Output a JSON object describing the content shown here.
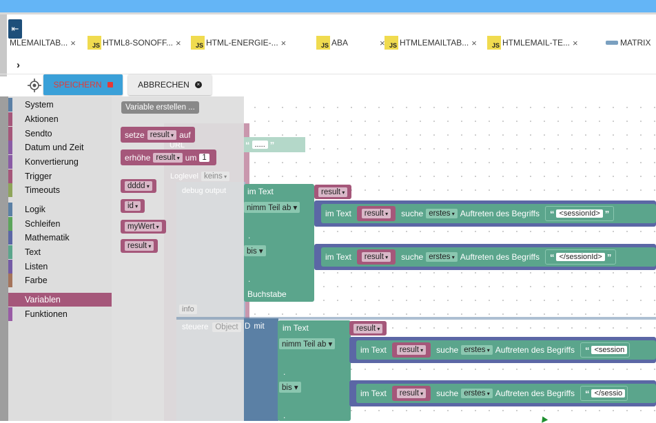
{
  "tabs": [
    {
      "label": "MLEMAILTAB...",
      "icon": "",
      "has_close": true
    },
    {
      "label": "HTML8-SONOFF...",
      "icon": "JS",
      "has_close": true
    },
    {
      "label": "HTML-ENERGIE-...",
      "icon": "JS",
      "has_close": true
    },
    {
      "label": "ABA",
      "icon": "JS",
      "has_close": true
    },
    {
      "label": "HTMLEMAILTAB...",
      "icon": "JS",
      "has_close": true
    },
    {
      "label": "HTMLEMAIL-TE...",
      "icon": "JS",
      "has_close": true
    },
    {
      "label": "MATRIX",
      "icon": "blockly",
      "has_close": false
    }
  ],
  "toolbar": {
    "save_label": "SPEICHERN",
    "cancel_label": "ABBRECHEN"
  },
  "toolbox": {
    "categories": [
      {
        "label": "System",
        "color": "#5b80a5"
      },
      {
        "label": "Aktionen",
        "color": "#a5577a"
      },
      {
        "label": "Sendto",
        "color": "#a5577a"
      },
      {
        "label": "Datum und Zeit",
        "color": "#8a5ba5"
      },
      {
        "label": "Konvertierung",
        "color": "#8a5ba5"
      },
      {
        "label": "Trigger",
        "color": "#a5577a"
      },
      {
        "label": "Timeouts",
        "color": "#8fa55b"
      },
      {
        "label": "Logik",
        "color": "#5b80a5"
      },
      {
        "label": "Schleifen",
        "color": "#5ba55b"
      },
      {
        "label": "Mathematik",
        "color": "#5b67a5"
      },
      {
        "label": "Text",
        "color": "#5ba58c"
      },
      {
        "label": "Listen",
        "color": "#745ba5"
      },
      {
        "label": "Farbe",
        "color": "#a5745b"
      },
      {
        "label": "Variablen",
        "color": "#a5577a"
      },
      {
        "label": "Funktionen",
        "color": "#995ba5"
      }
    ],
    "selected": "Variablen"
  },
  "flyout": {
    "create_var": "Variable erstellen ...",
    "set_block": {
      "prefix": "setze",
      "var": "result",
      "suffix": "auf"
    },
    "change_block": {
      "prefix": "erhöhe",
      "var": "result",
      "mid": "um",
      "value": "1"
    },
    "variables": [
      "dddd",
      "id",
      "myWert",
      "result"
    ]
  },
  "workspace": {
    "ghost": {
      "url": "URL",
      "loglevel": "Loglevel",
      "loglevel_value": "keins",
      "debug": "debug output",
      "info": "info",
      "steuere": "steuere",
      "object": "Object",
      "id_label": "D",
      "mit": "mit",
      "text_placeholder": "....."
    },
    "block1": {
      "im_text": "im Text",
      "var": "result",
      "nimm_teil_ab": "nimm Teil ab",
      "bis": "bis",
      "buchstabe": "Buchstabe",
      "dot": ".",
      "row1": {
        "im_text": "im Text",
        "var": "result",
        "suche": "suche",
        "erstes": "erstes",
        "auftreten": "Auftreten des Begriffs",
        "string": "<sessionId>"
      },
      "row2": {
        "im_text": "im Text",
        "var": "result",
        "suche": "suche",
        "erstes": "erstes",
        "auftreten": "Auftreten des Begriffs",
        "string": "</sessionId>"
      }
    },
    "block2": {
      "im_text": "im Text",
      "var": "result",
      "nimm_teil_ab": "nimm Teil ab",
      "bis": "bis",
      "dot": ".",
      "row1": {
        "im_text": "im Text",
        "var": "result",
        "suche": "suche",
        "erstes": "erstes",
        "auftreten": "Auftreten des Begriffs",
        "string": "<session"
      },
      "row2": {
        "im_text": "im Text",
        "var": "result",
        "suche": "suche",
        "erstes": "erstes",
        "auftreten": "Auftreten des Begriffs",
        "string": "</sessio"
      }
    }
  }
}
